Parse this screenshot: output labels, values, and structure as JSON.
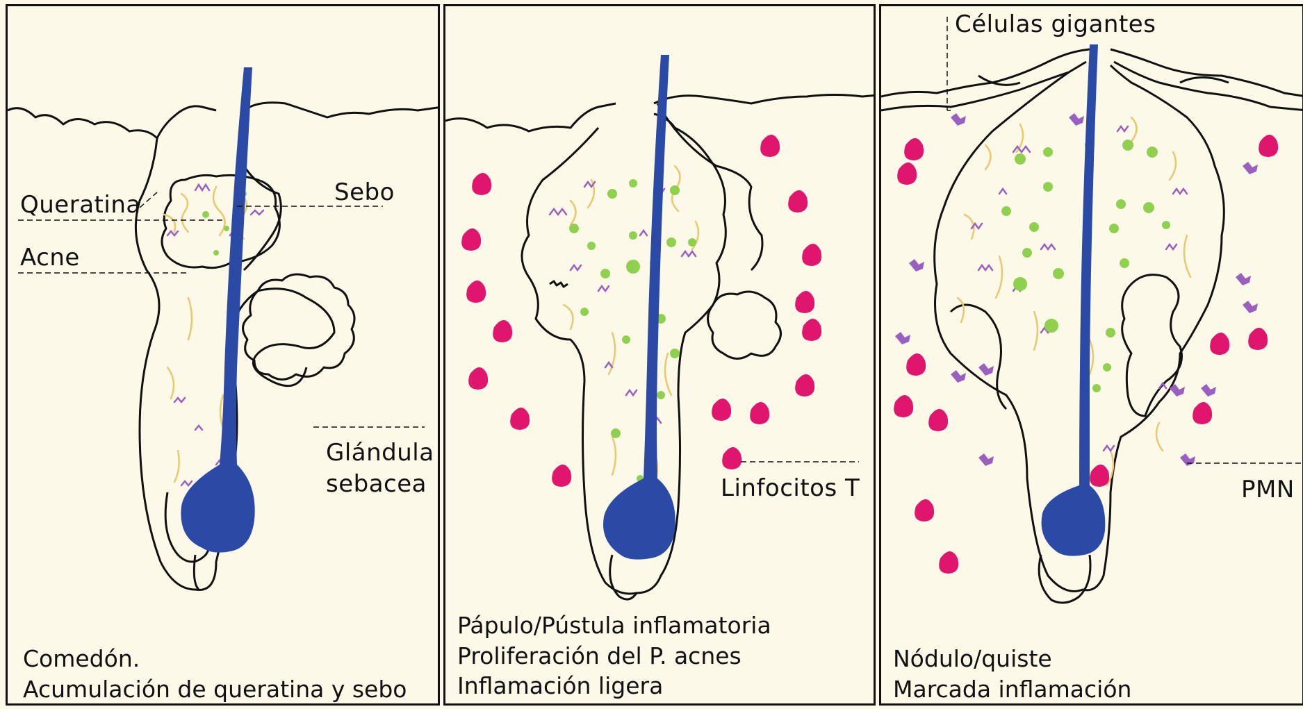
{
  "panels": [
    {
      "labels": {
        "queratina": "Queratina",
        "acne": "Acne",
        "sebo": "Sebo",
        "glandula_1": "Glándula",
        "glandula_2": "sebacea"
      },
      "caption": [
        "Comedón.",
        "Acumulación de queratina y sebo"
      ]
    },
    {
      "labels": {
        "linfocitos": "Linfocitos T"
      },
      "caption": [
        "Pápulo/Pústula inflamatoria",
        "Proliferación del P. acnes",
        "Inflamación ligera"
      ]
    },
    {
      "labels": {
        "celulas": "Células gigantes",
        "pmn": "PMN"
      },
      "caption": [
        "Nódulo/quiste",
        "Marcada inflamación"
      ]
    }
  ],
  "colors": {
    "background": "#fdf9e8",
    "outline": "#111111",
    "hair": "#2a4aa6",
    "keratin": "#e8c870",
    "bacteria": "#9a60c0",
    "lymphocyte": "#8fd14f",
    "pmn": "#e0156e"
  },
  "icons": [
    "hair-shaft-icon",
    "sebaceous-gland-icon",
    "lymphocyte-icon",
    "pmn-cell-icon",
    "giant-cell-icon"
  ]
}
